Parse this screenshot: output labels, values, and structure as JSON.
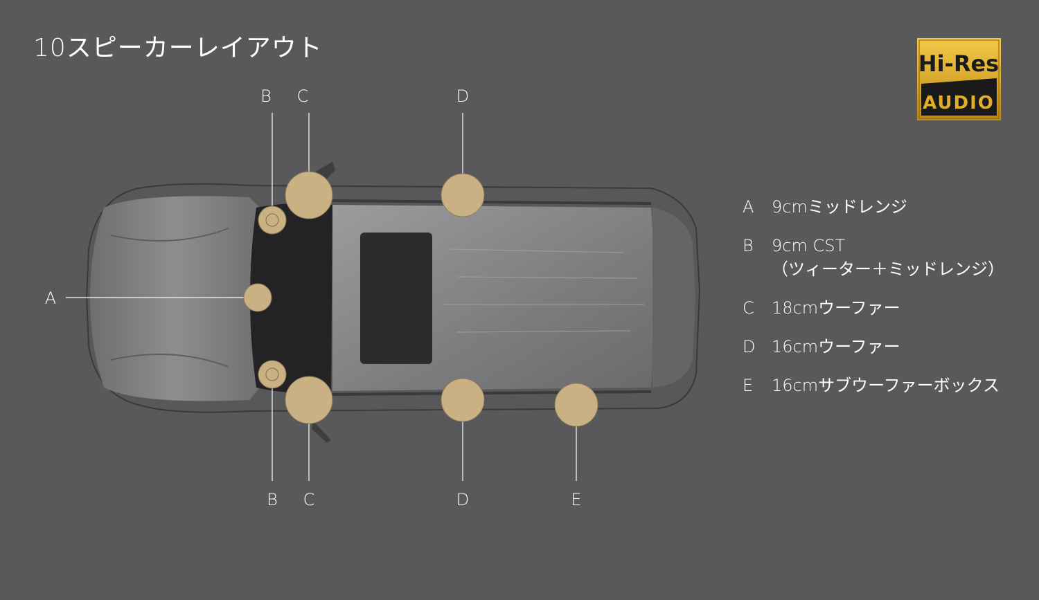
{
  "title": "10スピーカーレイアウト",
  "badge": {
    "line1": "Hi-Res",
    "line2": "AUDIO"
  },
  "callouts": {
    "top_b": "B",
    "top_c": "C",
    "top_d": "D",
    "left_a": "A",
    "bottom_b": "B",
    "bottom_c": "C",
    "bottom_d": "D",
    "bottom_e": "E"
  },
  "legend": [
    {
      "code": "A",
      "desc": "9cmミッドレンジ"
    },
    {
      "code": "B",
      "desc": "9cm CST\n（ツィーター＋ミッドレンジ）"
    },
    {
      "code": "C",
      "desc": "18cmウーファー"
    },
    {
      "code": "D",
      "desc": "16cmウーファー"
    },
    {
      "code": "E",
      "desc": "16cmサブウーファーボックス"
    }
  ],
  "colors": {
    "background": "#59585a",
    "speaker": "#c9b183",
    "badge_gold": "#d4a21a",
    "car_body": "#8a8a8c"
  }
}
